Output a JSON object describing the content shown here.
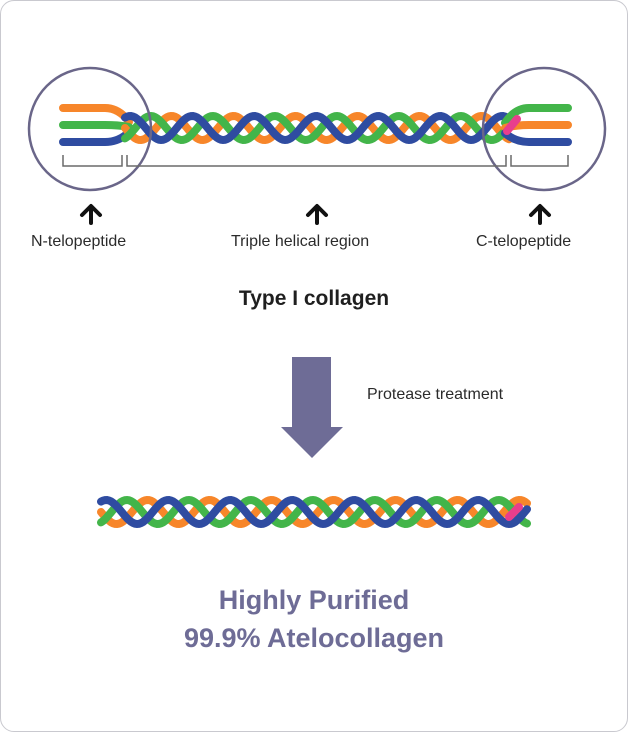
{
  "labels": {
    "n_telopeptide": "N-telopeptide",
    "triple_helical_region": "Triple helical region",
    "c_telopeptide": "C-telopeptide",
    "protease_treatment": "Protease treatment"
  },
  "title": "Type I collagen",
  "result": {
    "line1": "Highly Purified",
    "line2": "99.9% Atelocollagen"
  },
  "colors": {
    "orange": "#f7862a",
    "green": "#43b54a",
    "blue": "#2f4ca1",
    "pink": "#e83e8c",
    "purple": "#6e6c96",
    "circle": "#6a6689",
    "bracket": "#6a6a6a",
    "arrow": "#111111"
  }
}
